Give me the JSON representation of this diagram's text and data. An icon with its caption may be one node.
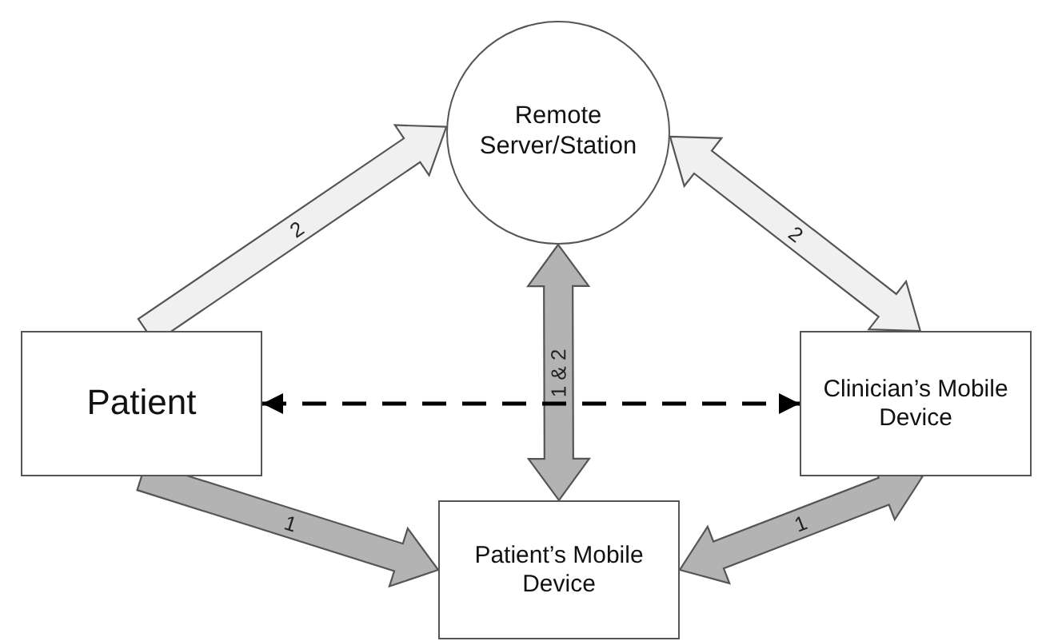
{
  "diagram": {
    "nodes": [
      {
        "text": [
          "Remote Server/Station"
        ]
      },
      {
        "text": [
          "Patient"
        ]
      },
      {
        "text": [
          "Clinician’s Mobile Device"
        ]
      },
      {
        "text": [
          "Patient’s Mobile Device"
        ]
      }
    ],
    "edges": [
      {
        "from": 1,
        "to": 0,
        "arrow": "to",
        "label": "2",
        "style": "thick",
        "color": "#f0f0f0"
      },
      {
        "from": 0,
        "to": 2,
        "arrow": "both",
        "label": "2",
        "style": "thick",
        "color": "#f0f0f0"
      },
      {
        "from": 0,
        "to": 3,
        "arrow": "both",
        "label": "1 & 2",
        "style": "thick",
        "color": "#b3b3b3"
      },
      {
        "from": 1,
        "to": 2,
        "arrow": "both",
        "style": "dashed"
      },
      {
        "from": 1,
        "to": 3,
        "arrow": "to",
        "label": "1",
        "style": "thick",
        "color": "#b3b3b3"
      },
      {
        "from": 3,
        "to": 2,
        "arrow": "both",
        "label": "1",
        "style": "thick",
        "color": "#b3b3b3"
      }
    ]
  }
}
